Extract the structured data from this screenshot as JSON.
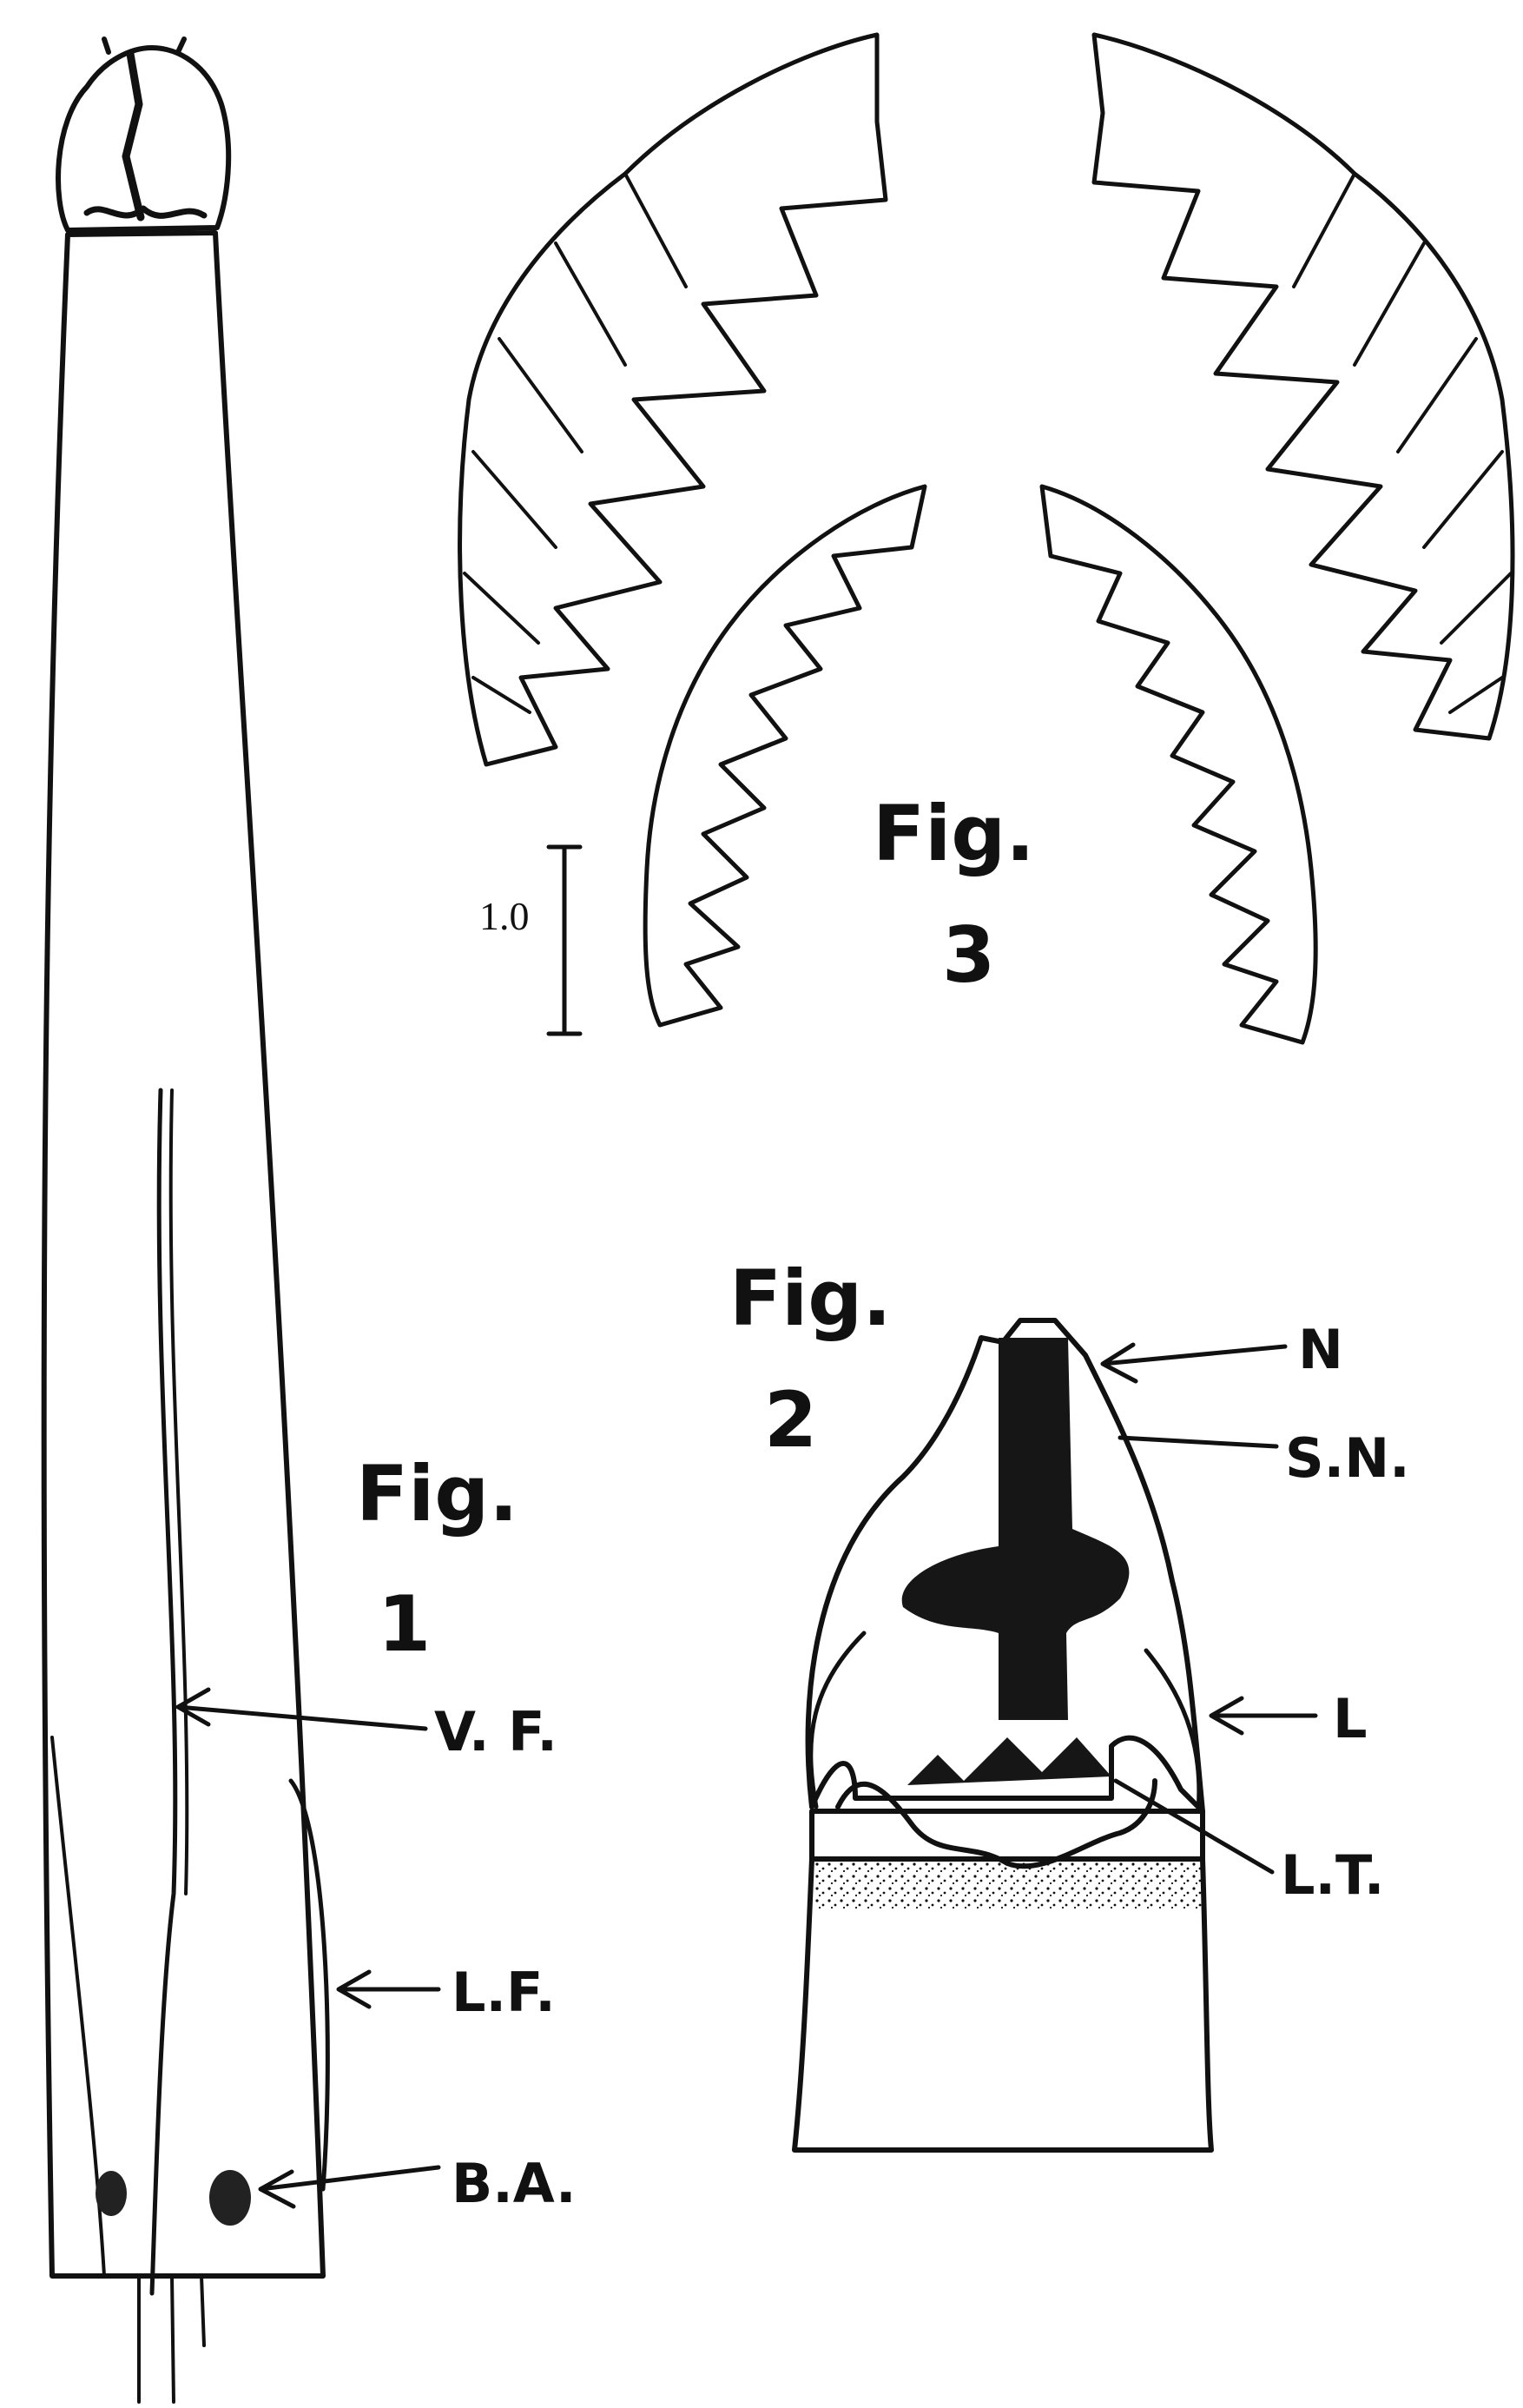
{
  "figures": {
    "fig1": {
      "word": "Fig.",
      "number": "1"
    },
    "fig2": {
      "word": "Fig.",
      "number": "2"
    },
    "fig3": {
      "word": "Fig.",
      "number": "3"
    }
  },
  "labels": {
    "fig1": {
      "vf": "V. F.",
      "lf": "L.F.",
      "ba": "B.A."
    },
    "fig2": {
      "n": "N",
      "sn": "S.N.",
      "l": "L",
      "lt": "L.T."
    }
  },
  "scale_bar": {
    "label": "1.0"
  }
}
